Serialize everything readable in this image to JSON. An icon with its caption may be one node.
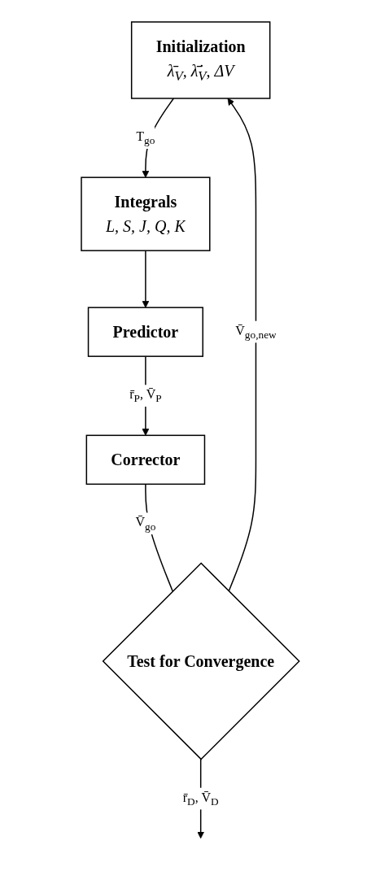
{
  "diagram": {
    "nodes": [
      {
        "text": [
          "Initialization",
          "λ̄$_{V}$, λ̄̇$_{V}$, ΔV"
        ]
      },
      {
        "text": [
          "Integrals",
          "L, S, J, Q, K"
        ]
      },
      {
        "text": [
          "Predictor"
        ]
      },
      {
        "text": [
          "Corrector"
        ]
      },
      {
        "text": [
          "Test for Convergence"
        ]
      }
    ],
    "edges": [
      {
        "from": 0,
        "to": 1,
        "arrow": "to",
        "label": "T$_{go}$"
      },
      {
        "from": 1,
        "to": 2,
        "arrow": "to"
      },
      {
        "from": 2,
        "to": 3,
        "arrow": "to",
        "label": "r̄$_{P}$, V̄$_{P}$"
      },
      {
        "from": 3,
        "to": 4,
        "arrow": "none",
        "label": "V̄$_{go}$"
      },
      {
        "from": 4,
        "to": 0,
        "arrow": "to",
        "label": "V̄$_{go,new}$"
      },
      {
        "from": 4,
        "to": null,
        "arrow": "to",
        "label": "r̄$_{D}$, V̄$_{D}$"
      }
    ]
  }
}
